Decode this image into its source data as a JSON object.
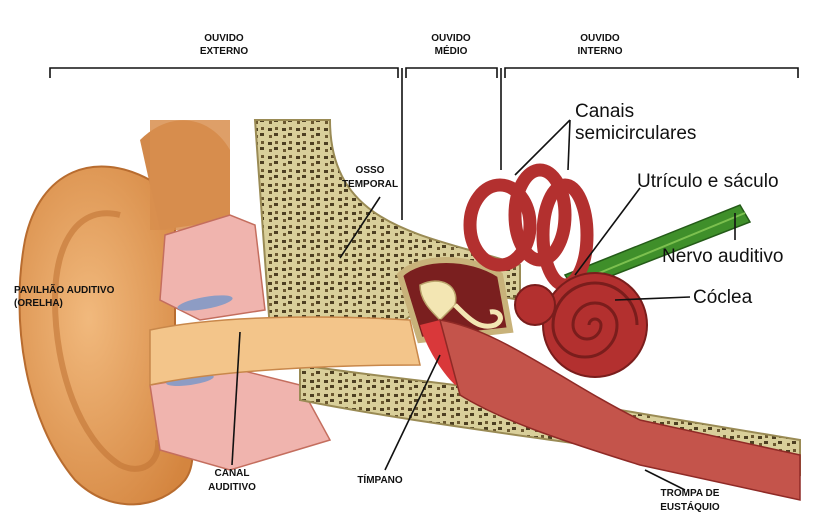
{
  "labels": {
    "section_external_1": "OUVIDO",
    "section_external_2": "EXTERNO",
    "section_middle_1": "OUVIDO",
    "section_middle_2": "MÉDIO",
    "section_internal_1": "OUVIDO",
    "section_internal_2": "INTERNO",
    "semicircular_1": "Canais",
    "semicircular_2": "semicirculares",
    "utricle": "Utrículo e sáculo",
    "auditory_nerve": "Nervo auditivo",
    "cochlea": "Cóclea",
    "temporal_bone_1": "OSSO",
    "temporal_bone_2": "TEMPORAL",
    "pinna_1": "PAVILHÃO AUDITIVO",
    "pinna_2": "(ORELHA)",
    "ear_canal_1": "CANAL",
    "ear_canal_2": "AUDITIVO",
    "eardrum": "TÍMPANO",
    "eustachian_1": "TROMPA DE",
    "eustachian_2": "EUSTÁQUIO"
  },
  "colors": {
    "skin": "#e8a463",
    "skin_dark": "#c97a3a",
    "cartilage": "#f0b4ae",
    "bone": "#d9cf9a",
    "bone_spots": "#5a4a2a",
    "canal": "#f3c58a",
    "inner_ear": "#b3302f",
    "tube": "#c4544b",
    "nerve": "#3f8f2a",
    "ossicle": "#f3e6b3"
  }
}
